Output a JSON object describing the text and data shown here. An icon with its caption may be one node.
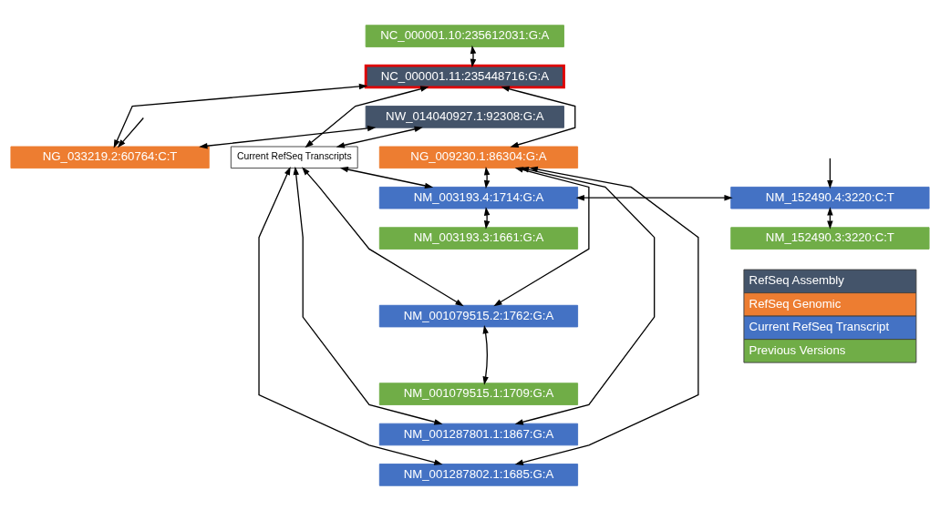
{
  "diagram": {
    "nodes": [
      {
        "text": [
          "NC_000001.10:235612031:G:A"
        ]
      },
      {
        "text": [
          "NC_000001.11:235448716:G:A"
        ]
      },
      {
        "text": [
          "NW_014040927.1:92308:G:A"
        ]
      },
      {
        "text": [
          "NG_009230.1:86304:G:A"
        ]
      },
      {
        "text": [
          "Current RefSeq Transcripts"
        ]
      },
      {
        "text": [
          "NG_033219.2:60764:C:T"
        ]
      },
      {
        "text": [
          "NM_003193.4:1714:G:A"
        ]
      },
      {
        "text": [
          "NM_152490.4:3220:C:T"
        ]
      },
      {
        "text": [
          "NM_003193.3:1661:G:A"
        ]
      },
      {
        "text": [
          "NM_152490.3:3220:C:T"
        ]
      },
      {
        "text": [
          "NM_001079515.2:1762:G:A"
        ]
      },
      {
        "text": [
          "NM_001079515.1:1709:G:A"
        ]
      },
      {
        "text": [
          "NM_001287801.1:1867:G:A"
        ]
      },
      {
        "text": [
          "NM_001287802.1:1685:G:A"
        ]
      }
    ],
    "edges": [
      {
        "from": 0,
        "to": 1,
        "arrow": "both"
      },
      {
        "from": 1,
        "to": 3,
        "arrow": "both"
      },
      {
        "from": 1,
        "to": 4,
        "arrow": "both"
      },
      {
        "from": 2,
        "to": 4,
        "arrow": "both"
      },
      {
        "from": 1,
        "to": 5,
        "arrow": "both"
      },
      {
        "from": 2,
        "to": 5,
        "arrow": "both"
      },
      {
        "from": null,
        "to": 5,
        "arrow": "to"
      },
      {
        "from": 3,
        "to": 6,
        "arrow": "both"
      },
      {
        "from": 3,
        "to": 10,
        "arrow": "both"
      },
      {
        "from": 3,
        "to": 12,
        "arrow": "both"
      },
      {
        "from": 3,
        "to": 13,
        "arrow": "both"
      },
      {
        "from": 4,
        "to": 6,
        "arrow": "both"
      },
      {
        "from": 4,
        "to": 10,
        "arrow": "both"
      },
      {
        "from": 4,
        "to": 12,
        "arrow": "both"
      },
      {
        "from": 4,
        "to": 13,
        "arrow": "both"
      },
      {
        "from": 6,
        "to": 7,
        "arrow": "both"
      },
      {
        "from": null,
        "to": 7,
        "arrow": "to"
      },
      {
        "from": 6,
        "to": 8,
        "arrow": "both"
      },
      {
        "from": 7,
        "to": 9,
        "arrow": "both"
      },
      {
        "from": 10,
        "to": 11,
        "arrow": "both"
      }
    ],
    "legend": [
      {
        "text": "RefSeq Assembly",
        "color": "#44546a"
      },
      {
        "text": "RefSeq Genomic",
        "color": "#ed7d31"
      },
      {
        "text": "Current RefSeq Transcript",
        "color": "#4472c4"
      },
      {
        "text": "Previous Versions",
        "color": "#70ad47"
      }
    ]
  }
}
